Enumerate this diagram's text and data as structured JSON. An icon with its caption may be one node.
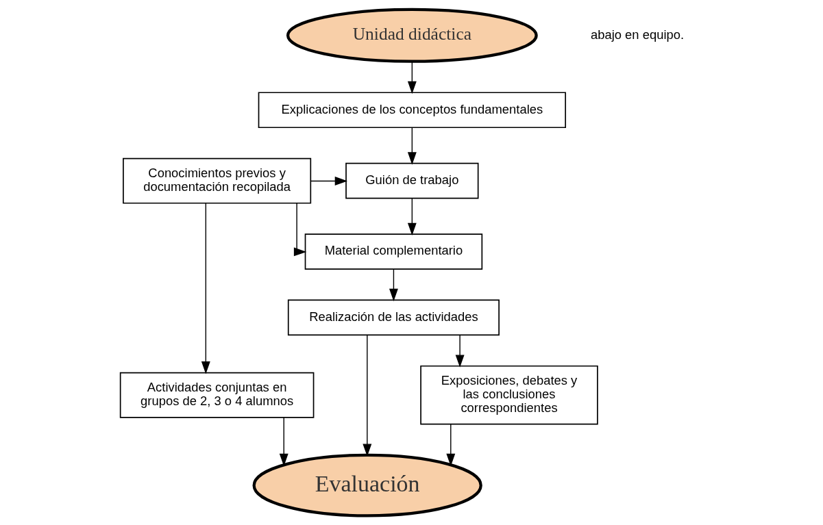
{
  "diagram": {
    "nodes": [
      {
        "text": [
          "Unidad didáctica"
        ]
      },
      {
        "text": [
          "Explicaciones de los conceptos fundamentales"
        ]
      },
      {
        "text": [
          "Guión de trabajo"
        ]
      },
      {
        "text": [
          "Conocimientos previos y documentación recopilada"
        ]
      },
      {
        "text": [
          "Material complementario"
        ]
      },
      {
        "text": [
          "Realización de las actividades"
        ]
      },
      {
        "text": [
          "Exposiciones, debates y las conclusiones correspondientes"
        ]
      },
      {
        "text": [
          "Actividades conjuntas en grupos de 2, 3 o 4 alumnos"
        ]
      },
      {
        "text": [
          "Evaluación"
        ]
      }
    ],
    "edges": [
      {
        "from": 0,
        "to": 1,
        "arrow": "to"
      },
      {
        "from": 1,
        "to": 2,
        "arrow": "to"
      },
      {
        "from": 3,
        "to": 2,
        "arrow": "to"
      },
      {
        "from": 2,
        "to": 4,
        "arrow": "to"
      },
      {
        "from": 3,
        "to": 4,
        "arrow": "to"
      },
      {
        "from": 4,
        "to": 5,
        "arrow": "to"
      },
      {
        "from": 3,
        "to": 7,
        "arrow": "to"
      },
      {
        "from": 5,
        "to": 6,
        "arrow": "to"
      },
      {
        "from": 6,
        "to": 8,
        "arrow": "to"
      },
      {
        "from": 5,
        "to": 8,
        "arrow": "to"
      },
      {
        "from": 7,
        "to": 8,
        "arrow": "to"
      }
    ],
    "labels": [
      "abajo en equipo."
    ]
  }
}
